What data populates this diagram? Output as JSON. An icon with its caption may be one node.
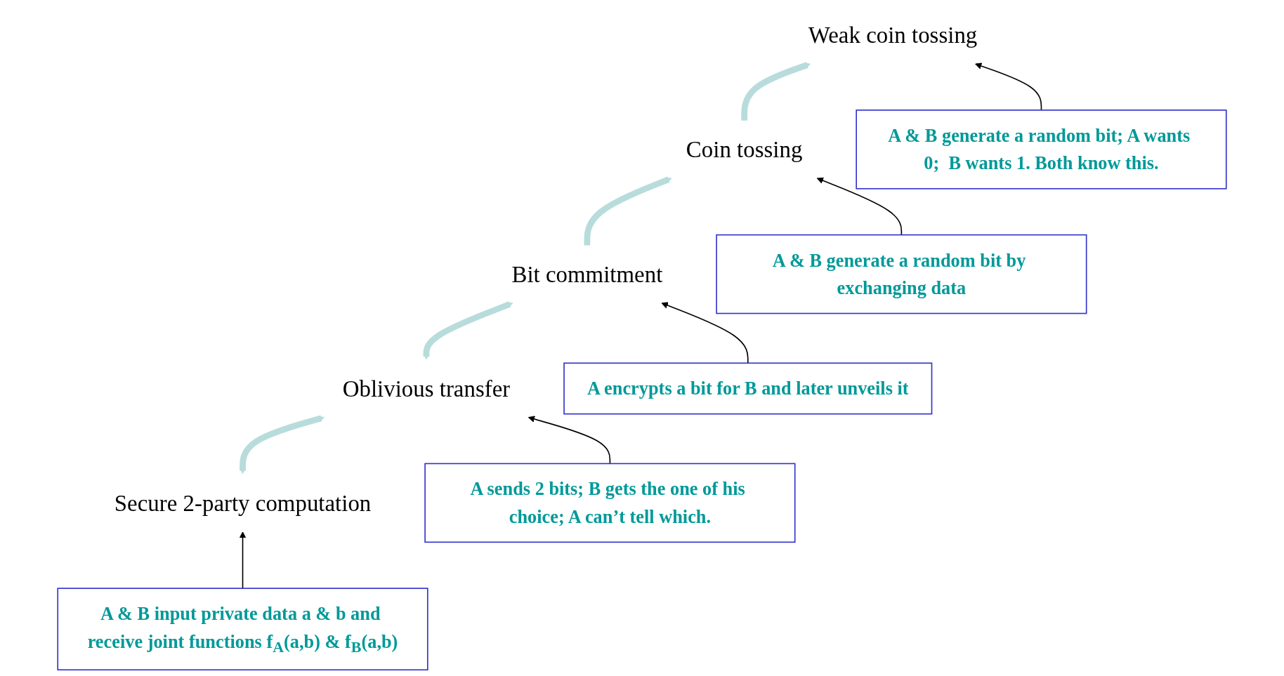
{
  "diagram": {
    "nodes": [
      {
        "text": [
          "Weak coin tossing"
        ]
      },
      {
        "text": [
          "Coin tossing"
        ]
      },
      {
        "text": [
          "Bit commitment"
        ]
      },
      {
        "text": [
          "Oblivious transfer"
        ]
      },
      {
        "text": [
          "Secure 2-party computation"
        ]
      },
      {
        "text": [
          "A & B generate a random bit; A wants 0;  B wants 1. Both know this."
        ]
      },
      {
        "text": [
          "A & B generate a random bit by exchanging data"
        ]
      },
      {
        "text": [
          "A encrypts a bit for B and later unveils it"
        ]
      },
      {
        "text": [
          "A sends 2 bits; B gets the one of his choice; A can’t tell which."
        ]
      },
      {
        "text": [
          "A & B input private data a & b and receive joint functions f$_{A}$(a,b) & f$_{B}$(a,b)"
        ]
      }
    ],
    "edges": [
      {
        "from": 1,
        "to": 0,
        "arrow": "to",
        "style": "thick",
        "color": "#b8dcdc"
      },
      {
        "from": 2,
        "to": 1,
        "arrow": "to",
        "style": "thick",
        "color": "#b8dcdc"
      },
      {
        "from": 3,
        "to": 2,
        "arrow": "both",
        "style": "thick",
        "color": "#b8dcdc"
      },
      {
        "from": 4,
        "to": 3,
        "arrow": "both",
        "style": "thick",
        "color": "#b8dcdc"
      },
      {
        "from": 5,
        "to": 0,
        "arrow": "to"
      },
      {
        "from": 6,
        "to": 1,
        "arrow": "to"
      },
      {
        "from": 7,
        "to": 2,
        "arrow": "to"
      },
      {
        "from": 8,
        "to": 3,
        "arrow": "to"
      },
      {
        "from": 9,
        "to": 4,
        "arrow": "to"
      }
    ]
  }
}
